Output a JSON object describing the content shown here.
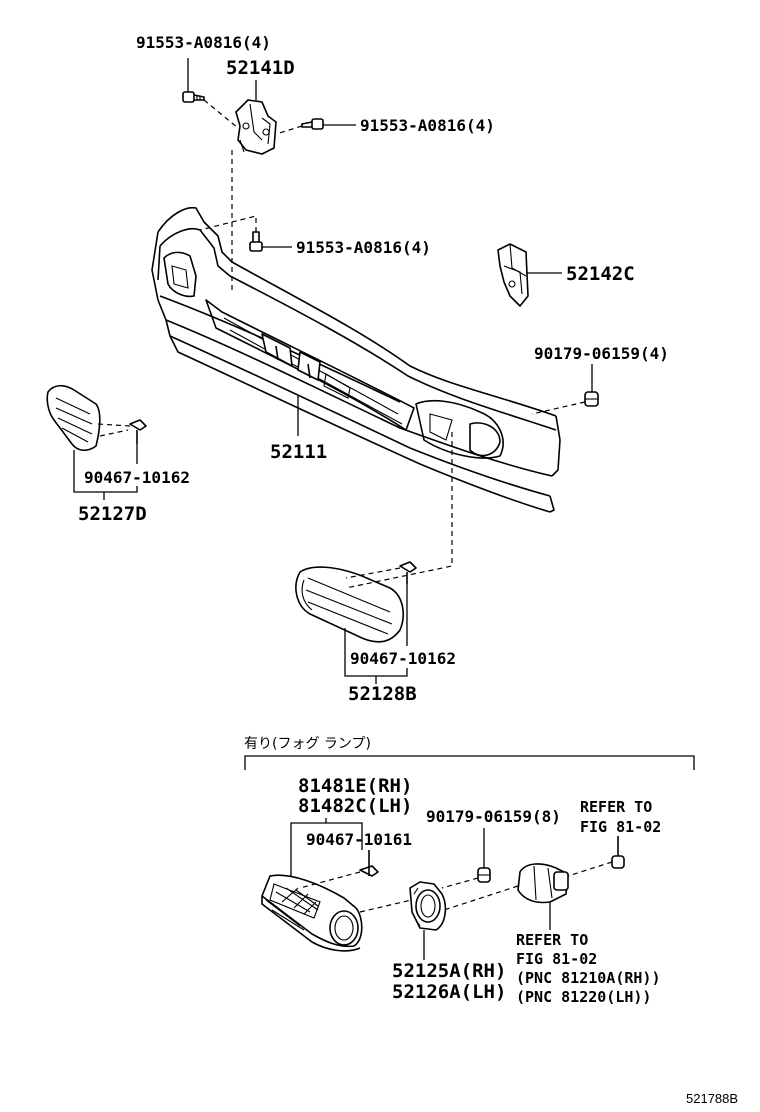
{
  "labels": {
    "bolt_top": "91553-A0816(4)",
    "bracket_top": "52141D",
    "bolt_right": "91553-A0816(4)",
    "bolt_mid": "91553-A0816(4)",
    "bracket_right": "52142C",
    "clip_right": "90179-06159(4)",
    "bumper": "52111",
    "screw_left": "90467-10162",
    "cover_left": "52127D",
    "screw_center": "90467-10162",
    "cover_center": "52128B",
    "fog_section": "有り(フォグ ランプ)",
    "grille_rh": "81481E(RH)",
    "grille_lh": "81482C(LH)",
    "screw_fog": "90467-10161",
    "clip_fog": "90179-06159(8)",
    "refer_top_1": "REFER TO",
    "refer_top_2": "FIG 81-02",
    "refer_bottom_1": "REFER TO",
    "refer_bottom_2": "FIG 81-02",
    "pnc_rh": "(PNC 81210A(RH))",
    "pnc_lh": "(PNC 81220(LH))",
    "bracket_rh": "52125A(RH)",
    "bracket_lh": "52126A(LH)",
    "diagram_id": "521788B"
  }
}
